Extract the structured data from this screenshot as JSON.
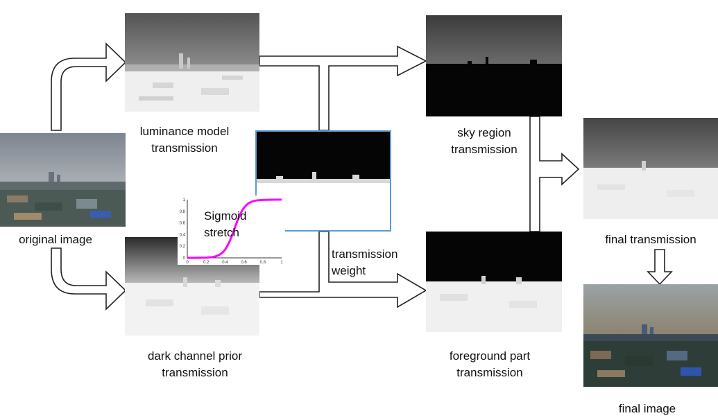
{
  "labels": {
    "original_image": "original image",
    "luminance_model": [
      "luminance model",
      "transmission"
    ],
    "dark_channel": [
      "dark channel prior",
      "transmission"
    ],
    "sky_region": [
      "sky region",
      "transmission"
    ],
    "foreground_part": [
      "foreground part",
      "transmission"
    ],
    "transmission_weight": [
      "transmission",
      "weight"
    ],
    "sigmoid": [
      "Sigmoid",
      "stretch"
    ],
    "final_transmission": "final transmission",
    "final_image": "final image"
  },
  "sigmoid_plot": {
    "y_ticks": [
      "1",
      "0.8",
      "0.6",
      "0.4",
      "0.2",
      "0"
    ],
    "x_ticks": [
      "0",
      "0.2",
      "0.4",
      "0.6",
      "0.8",
      "1"
    ],
    "curve_color": "#ff00ff"
  },
  "colors": {
    "weight_frame": "#5b9bd5",
    "arrow_stroke": "#222222"
  }
}
